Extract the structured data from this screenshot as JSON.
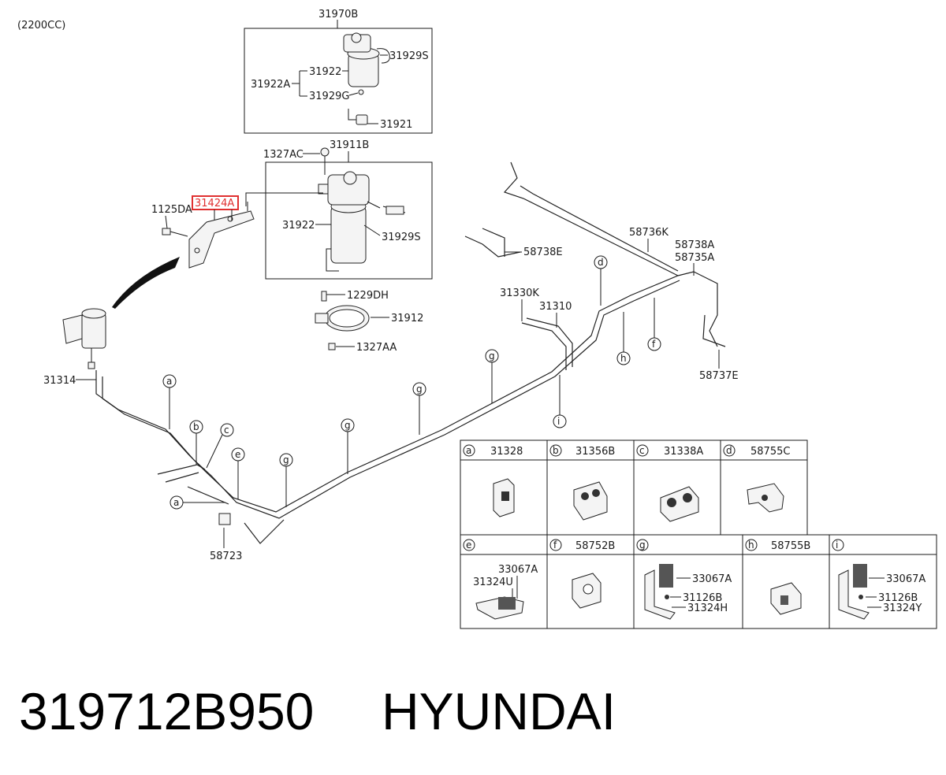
{
  "variant": "(2200CC)",
  "part_number": "319712B950",
  "brand": "HYUNDAI",
  "highlight_color": "#e03030",
  "labels": {
    "p31970B": "31970B",
    "p31929S_top": "31929S",
    "p31922_top": "31922",
    "p31922A": "31922A",
    "p31929G": "31929G",
    "p31921": "31921",
    "p1327AC": "1327AC",
    "p31911B": "31911B",
    "p31424A": "31424A",
    "p1125DA": "1125DA",
    "p31922_mid": "31922",
    "p31929S_mid": "31929S",
    "p1229DH": "1229DH",
    "p31912": "31912",
    "p1327AA": "1327AA",
    "p31314": "31314",
    "p58723": "58723",
    "p31330K": "31330K",
    "p31310": "31310",
    "p58738E": "58738E",
    "p58736K": "58736K",
    "p58738A": "58738A",
    "p58735A": "58735A",
    "p58737E": "58737E"
  },
  "callouts": {
    "a": "a",
    "b": "b",
    "c": "c",
    "d": "d",
    "e": "e",
    "f": "f",
    "g": "g",
    "h": "h",
    "i": "i"
  },
  "legend": {
    "row1": [
      {
        "letter": "a",
        "part": "31328"
      },
      {
        "letter": "b",
        "part": "31356B"
      },
      {
        "letter": "c",
        "part": "31338A"
      },
      {
        "letter": "d",
        "part": "58755C"
      }
    ],
    "row2": [
      {
        "letter": "e",
        "part": "",
        "sub": [
          "33067A",
          "31324U"
        ]
      },
      {
        "letter": "f",
        "part": "58752B"
      },
      {
        "letter": "g",
        "part": "",
        "sub": [
          "33067A",
          "31126B",
          "31324H"
        ]
      },
      {
        "letter": "h",
        "part": "58755B"
      },
      {
        "letter": "i",
        "part": "",
        "sub": [
          "33067A",
          "31126B",
          "31324Y"
        ]
      }
    ]
  }
}
